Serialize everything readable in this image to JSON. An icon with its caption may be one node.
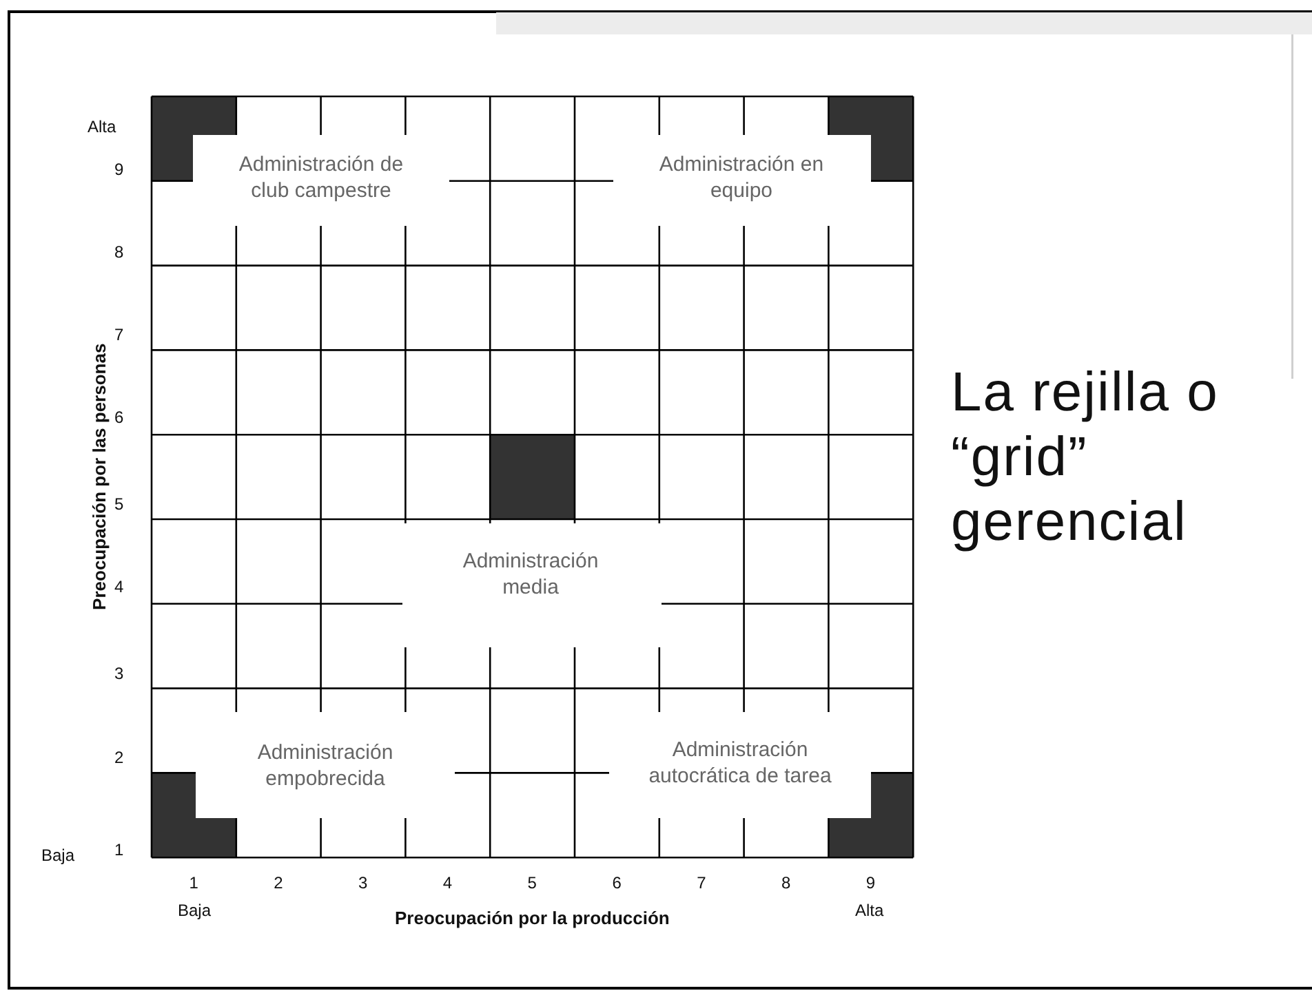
{
  "diagram": {
    "title": "La rejilla o “grid” gerencial",
    "labels": [
      "Alta",
      "9",
      "Administración de club campestre",
      "Administración en equipo",
      "8",
      "7",
      "6",
      "5",
      "Administración media",
      "4",
      "3",
      "Administración empobrecida",
      "2",
      "Administración autocrática de tarea",
      "Baja",
      "1",
      "1",
      "2",
      "3",
      "4",
      "5",
      "6",
      "7",
      "8",
      "9",
      "Baja",
      "Alta",
      "Preocupación por la producción",
      "Preocupación por las personas"
    ]
  }
}
